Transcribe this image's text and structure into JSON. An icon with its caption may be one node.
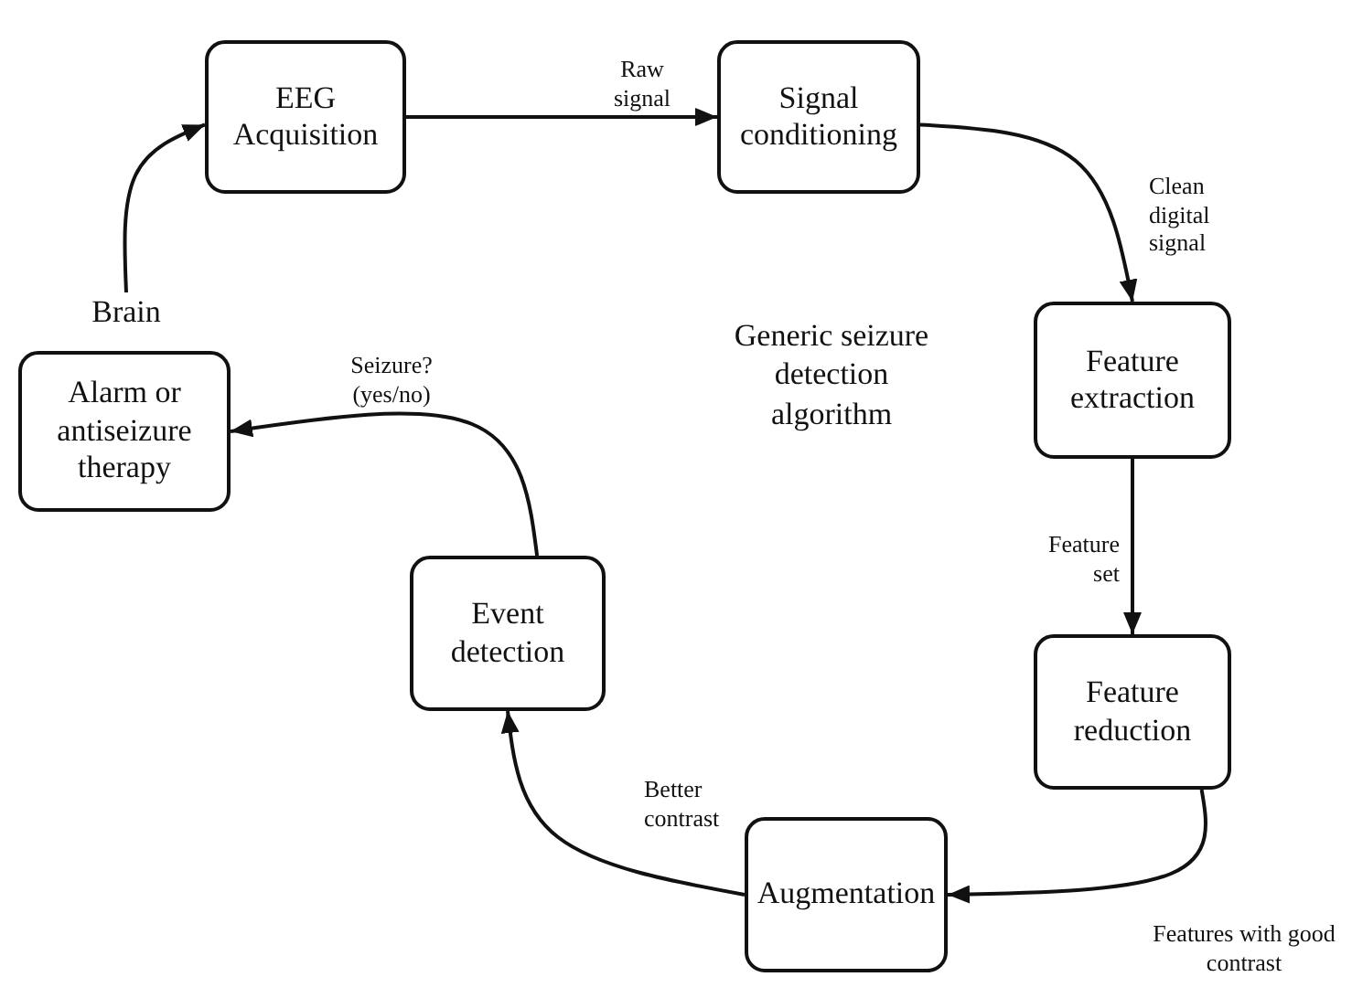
{
  "diagram": {
    "nodes": [
      {
        "text": [
          "EEG Acquisition"
        ]
      },
      {
        "text": [
          "Signal conditioning"
        ]
      },
      {
        "text": [
          "Feature extraction"
        ]
      },
      {
        "text": [
          "Feature reduction"
        ]
      },
      {
        "text": [
          "Augmentation"
        ]
      },
      {
        "text": [
          "Event detection"
        ]
      },
      {
        "text": [
          "Alarm or antiseizure therapy"
        ]
      },
      {
        "text": [
          "Brain"
        ]
      }
    ],
    "edges": [
      {
        "from": 0,
        "to": 1,
        "arrow": "to",
        "label": "Raw signal"
      },
      {
        "from": 1,
        "to": 2,
        "arrow": "to",
        "label": "Clean digital signal"
      },
      {
        "from": 2,
        "to": 3,
        "arrow": "to",
        "label": "Feature set"
      },
      {
        "from": 3,
        "to": 4,
        "arrow": "to",
        "label": "Features with good contrast"
      },
      {
        "from": 4,
        "to": 5,
        "arrow": "to",
        "label": "Better contrast"
      },
      {
        "from": 5,
        "to": 6,
        "arrow": "to",
        "label": "Seizure? (yes/no)"
      },
      {
        "from": 7,
        "to": 0,
        "arrow": "to"
      }
    ],
    "labels": [
      "Generic seizure detection algorithm"
    ]
  }
}
